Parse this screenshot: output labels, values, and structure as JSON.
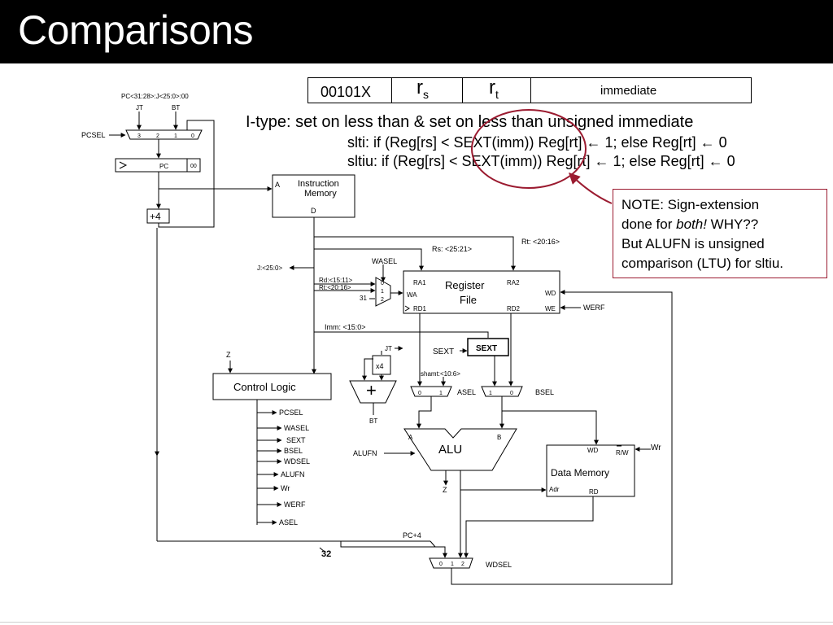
{
  "slide": {
    "title": "Comparisons"
  },
  "instruction_format": {
    "opcode": "00101X",
    "rs_base": "r",
    "rs_sub": "s",
    "rt_base": "r",
    "rt_sub": "t",
    "immediate": "immediate"
  },
  "description": {
    "itype": "I-type: set on less than &  set on less than unsigned immediate",
    "slti": "slti:    if (Reg[rs] < SEXT(imm)) Reg[rt] ←  1; else Reg[rt] ←  0",
    "sltiu": "sltiu:  if (Reg[rs] < SEXT(imm)) Reg[rt] ←  1; else Reg[rt] ←  0"
  },
  "note": {
    "line1": "NOTE:  Sign-extension",
    "line2a": "done for ",
    "line2b": "both!",
    "line2c": "  WHY??",
    "line3": "But ALUFN is unsigned",
    "line4": "comparison (LTU) for sltiu."
  },
  "datapath": {
    "pc_concat": "PC<31:28>:J<25:0>:00",
    "jt": "JT",
    "bt": "BT",
    "pcsel": "PCSEL",
    "pcmux_inputs": [
      "3",
      "2",
      "1",
      "0"
    ],
    "pc": "PC",
    "pc_low": "00",
    "plus4": "+4",
    "imem_line1": "Instruction",
    "imem_line2": "Memory",
    "imem_a": "A",
    "imem_d": "D",
    "rs_field": "Rs: <25:21>",
    "rt_field": "Rt: <20:16>",
    "wasel": "WASEL",
    "j_field": "J:<25:0>",
    "rd_field": "Rd:<15:11>",
    "rt_field2": "Rt:<20:16>",
    "const31": "31",
    "wamux_inputs": [
      "0",
      "1",
      "2"
    ],
    "rf_line1": "Register",
    "rf_line2": "File",
    "ra1": "RA1",
    "ra2": "RA2",
    "wa": "WA",
    "wd": "WD",
    "rd1": "RD1",
    "rd2": "RD2",
    "we": "WE",
    "werf": "WERF",
    "imm_field": "Imm: <15:0>",
    "jt2": "JT",
    "sext_label": "SEXT",
    "sext_box": "SEXT",
    "x4": "x4",
    "shamt": "shamt:<10:6>",
    "z_top": "Z",
    "control_logic": "Control Logic",
    "adder_plus": "+",
    "asel_inputs": [
      "0",
      "1"
    ],
    "asel": "ASEL",
    "bsel_inputs": [
      "1",
      "0"
    ],
    "bsel": "BSEL",
    "bt2": "BT",
    "alu": "ALU",
    "alu_a": "A",
    "alu_b": "B",
    "alufn": "ALUFN",
    "alu_z": "Z",
    "dmem_wd": "WD",
    "dmem_rw": "R/W",
    "wr": "Wr",
    "dmem_name": "Data Memory",
    "dmem_adr": "Adr",
    "dmem_rd": "RD",
    "control_outputs": [
      "PCSEL",
      "WASEL",
      "SEXT",
      "BSEL",
      "WDSEL",
      "ALUFN",
      "Wr",
      "WERF",
      "ASEL"
    ],
    "pc4": "PC+4",
    "bus32": "32",
    "wdmux_inputs": [
      "0",
      "1",
      "2"
    ],
    "wdsel": "WDSEL"
  },
  "colors": {
    "title_bar": "#000000",
    "title_text": "#ffffff",
    "highlight": "#9b1b30"
  }
}
